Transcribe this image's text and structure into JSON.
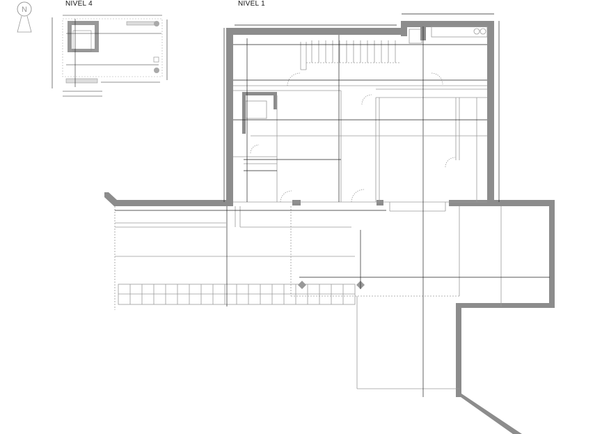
{
  "titles": {
    "level4": "NIVEL 4",
    "level1": "NIVEL 1"
  },
  "north_symbol": {
    "letter": "N"
  },
  "colors": {
    "wall": "#8c8c8c",
    "line": "#222222",
    "light_line": "#9a9a9a",
    "background": "#ffffff"
  }
}
